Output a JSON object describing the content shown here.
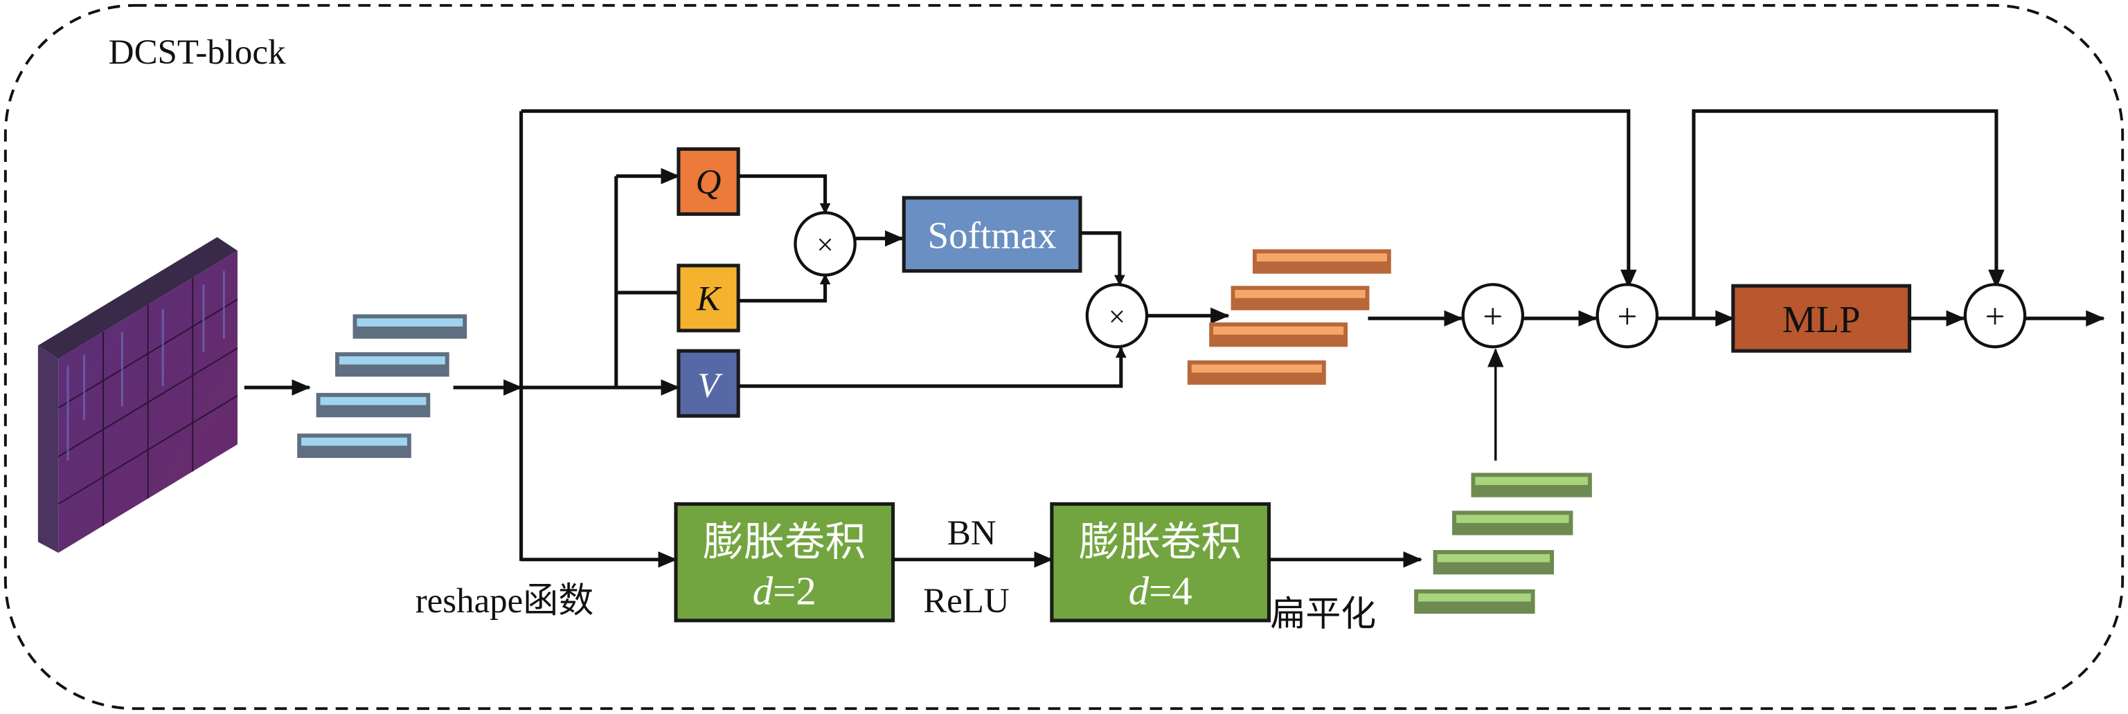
{
  "title": "DCST-block",
  "nodes": {
    "q": {
      "label": "Q",
      "color": "#EC7A3A"
    },
    "k": {
      "label": "K",
      "color": "#F5B22E"
    },
    "v": {
      "label": "V",
      "color": "#5669A6"
    },
    "softmax": {
      "label": "Softmax",
      "color": "#6A8FC2"
    },
    "mlp": {
      "label": "MLP",
      "color": "#B9572E"
    },
    "dilated_conv_1": {
      "label": "膨胀卷积",
      "param_var": "d",
      "param_value": "=2",
      "color": "#72A53F"
    },
    "dilated_conv_2": {
      "label": "膨胀卷积",
      "param_var": "d",
      "param_value": "=4",
      "color": "#72A53F"
    }
  },
  "operators": {
    "multiply": "×",
    "add": "+"
  },
  "edge_labels": {
    "reshape": "reshape函数",
    "bn": "BN",
    "relu": "ReLU",
    "flatten": "扁平化"
  },
  "token_colors": {
    "input_tokens": {
      "fill": "#9FD3F0",
      "base": "#5F6E80"
    },
    "attention_tokens": {
      "fill": "#F7A66A",
      "base": "#B8673A"
    },
    "conv_tokens": {
      "fill": "#A8D47C",
      "base": "#6E8A50"
    }
  },
  "feature_map_color": "#5E2C6E"
}
